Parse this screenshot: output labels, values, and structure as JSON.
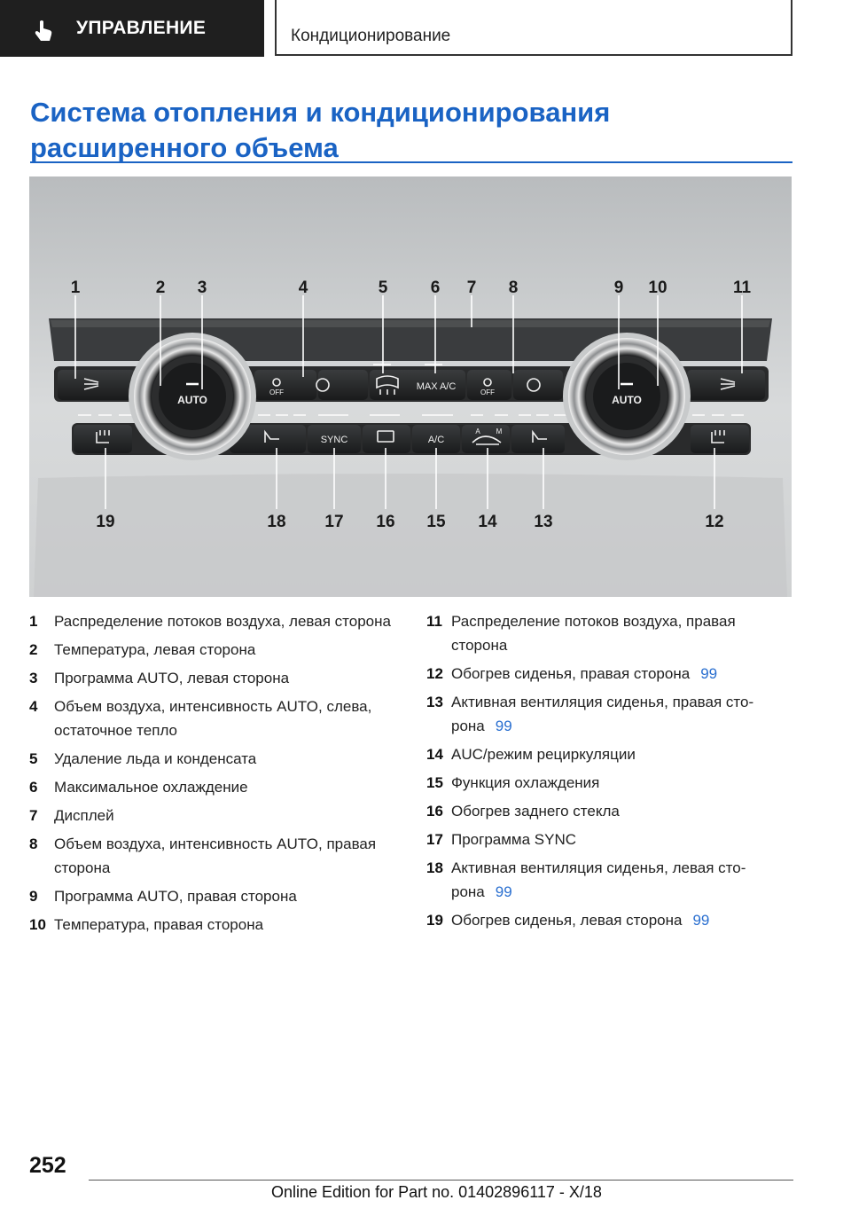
{
  "header": {
    "section": "УПРАВЛЕНИЕ",
    "chapter": "Кондиционирование"
  },
  "title": "Система отопления и кондиционирования расширенного объема",
  "figure": {
    "callouts_top": [
      "1",
      "2",
      "3",
      "4",
      "5",
      "6",
      "7",
      "8",
      "9",
      "10",
      "11"
    ],
    "callouts_bottom": [
      "19",
      "18",
      "17",
      "16",
      "15",
      "14",
      "13",
      "12"
    ],
    "button_labels": {
      "auto": "AUTO",
      "off": "OFF",
      "max_ac": "MAX A/C",
      "sync": "SYNC",
      "ac": "A/C",
      "a": "A",
      "m": "M"
    }
  },
  "items_left": [
    {
      "num": "1",
      "text": "Распределение потоков воздуха, левая сторона"
    },
    {
      "num": "2",
      "text": "Температура, левая сторона"
    },
    {
      "num": "3",
      "text": "Программа AUTO, левая сторона"
    },
    {
      "num": "4",
      "text": "Объем воздуха, интенсивность AUTO, слева, остаточное тепло"
    },
    {
      "num": "5",
      "text": "Удаление льда и конденсата"
    },
    {
      "num": "6",
      "text": "Максимальное охлаждение"
    },
    {
      "num": "7",
      "text": "Дисплей"
    },
    {
      "num": "8",
      "text": "Объем воздуха, интенсивность AUTO, пра­вая сторона"
    },
    {
      "num": "9",
      "text": "Программа AUTO, правая сторона"
    },
    {
      "num": "10",
      "text": "Температура, правая сторона"
    }
  ],
  "items_right": [
    {
      "num": "11",
      "text": "Распределение потоков воздуха, правая сторона",
      "ref": ""
    },
    {
      "num": "12",
      "text": "Обогрев сиденья, правая сторона",
      "ref": "99"
    },
    {
      "num": "13",
      "text": "Активная вентиляция сиденья, правая сто­рона",
      "ref": "99"
    },
    {
      "num": "14",
      "text": "AUC/режим рециркуляции",
      "ref": ""
    },
    {
      "num": "15",
      "text": "Функция охлаждения",
      "ref": ""
    },
    {
      "num": "16",
      "text": "Обогрев заднего стекла",
      "ref": ""
    },
    {
      "num": "17",
      "text": "Программа SYNC",
      "ref": ""
    },
    {
      "num": "18",
      "text": "Активная вентиляция сиденья, левая сто­рона",
      "ref": "99"
    },
    {
      "num": "19",
      "text": "Обогрев сиденья, левая сторона",
      "ref": "99"
    }
  ],
  "footer": {
    "page_number": "252",
    "edition": "Online Edition for Part no. 01402896117 - X/18"
  }
}
